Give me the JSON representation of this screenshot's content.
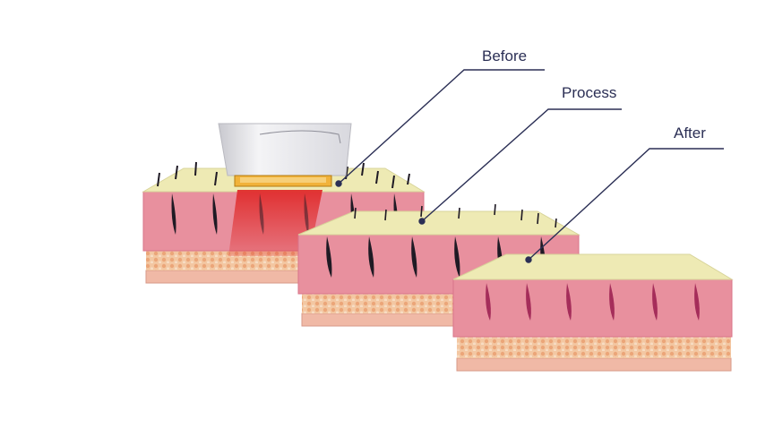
{
  "labels": {
    "before": "Before",
    "process": "Process",
    "after": "After"
  },
  "colors": {
    "skin_top": "#eeeab4",
    "dermis": "#e8909e",
    "dermis_dark": "#d9748a",
    "fat": "#f3c7a2",
    "fat_dots": "#e89a6a",
    "hair": "#1f1a24",
    "follicle_empty": "#a52d5a",
    "laser": "#e02b2b",
    "leader_line": "#2b2f55",
    "device": "#e6e6ea",
    "filter": "#f1b23a"
  }
}
